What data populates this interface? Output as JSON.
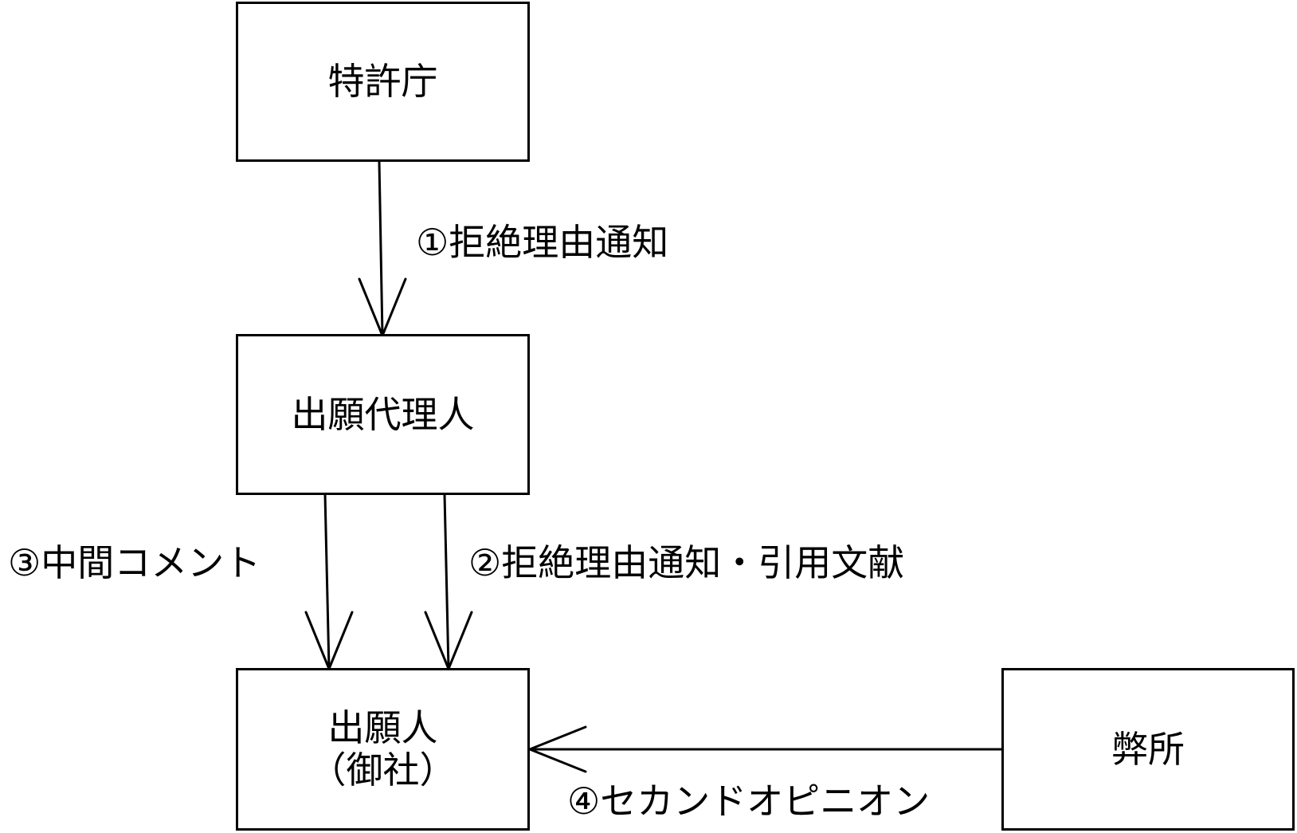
{
  "nodes": {
    "jpo": {
      "label": "特許庁"
    },
    "agent": {
      "label": "出願代理人"
    },
    "applicant": {
      "line1": "出願人",
      "line2": "（御社）"
    },
    "firm": {
      "label": "弊所"
    }
  },
  "edges": {
    "e1": {
      "label": "①拒絶理由通知"
    },
    "e2": {
      "label": "②拒絶理由通知・引用文献"
    },
    "e3": {
      "label": "③中間コメント"
    },
    "e4": {
      "label": "④セカンドオピニオン"
    }
  }
}
